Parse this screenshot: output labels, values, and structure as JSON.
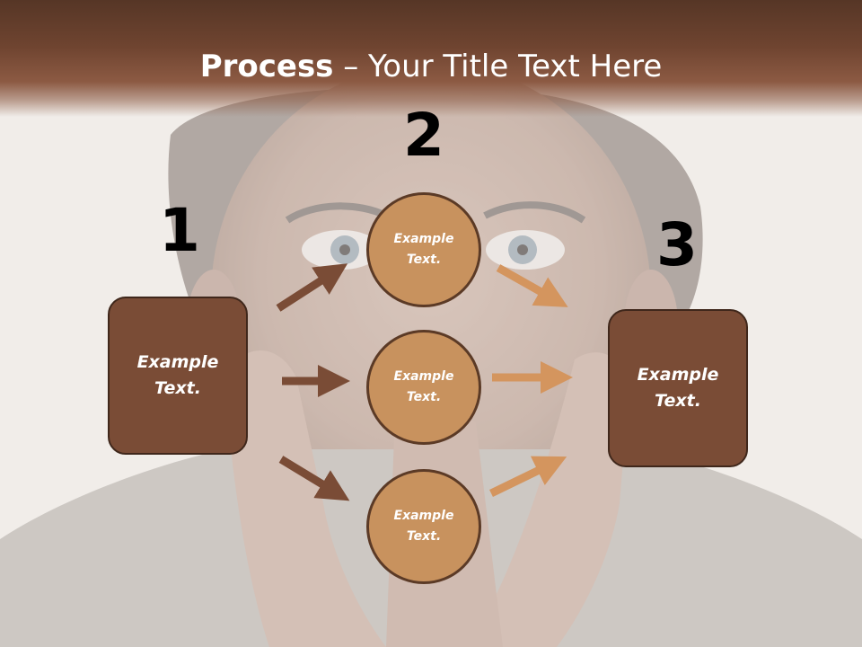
{
  "title": {
    "bold": "Process",
    "rest": " – Your Title Text Here"
  },
  "steps": {
    "one": "1",
    "two": "2",
    "three": "3"
  },
  "left_box": "Example\nText.",
  "right_box": "Example\nText.",
  "circles": [
    "Example\nText.",
    "Example\nText.",
    "Example\nText."
  ],
  "colors": {
    "title_band": "#6f4430",
    "box": "#7a4c36",
    "circle": "#c8925e",
    "arrow_dark": "#7a4c36",
    "arrow_light": "#d4955e"
  }
}
